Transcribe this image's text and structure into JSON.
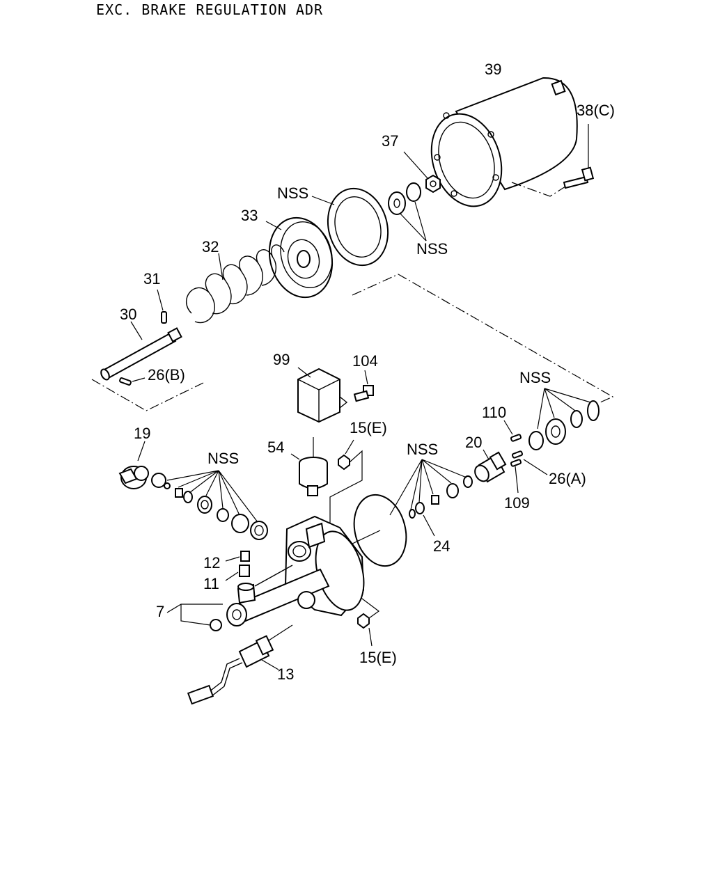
{
  "title": "EXC. BRAKE REGULATION ADR",
  "labels": {
    "p39": "39",
    "p38c": "38(C)",
    "p37": "37",
    "nss_seal": "NSS",
    "nss_washers": "NSS",
    "p33": "33",
    "p32": "32",
    "p31": "31",
    "p30": "30",
    "p26b": "26(B)",
    "p99": "99",
    "p104": "104",
    "nss_right": "NSS",
    "p110": "110",
    "p20": "20",
    "p26a": "26(A)",
    "p109": "109",
    "p19": "19",
    "nss_left": "NSS",
    "p54": "54",
    "p15e_top": "15(E)",
    "nss_mid": "NSS",
    "p24": "24",
    "p12": "12",
    "p11": "11",
    "p7": "7",
    "p15e_bottom": "15(E)",
    "p13": "13"
  }
}
